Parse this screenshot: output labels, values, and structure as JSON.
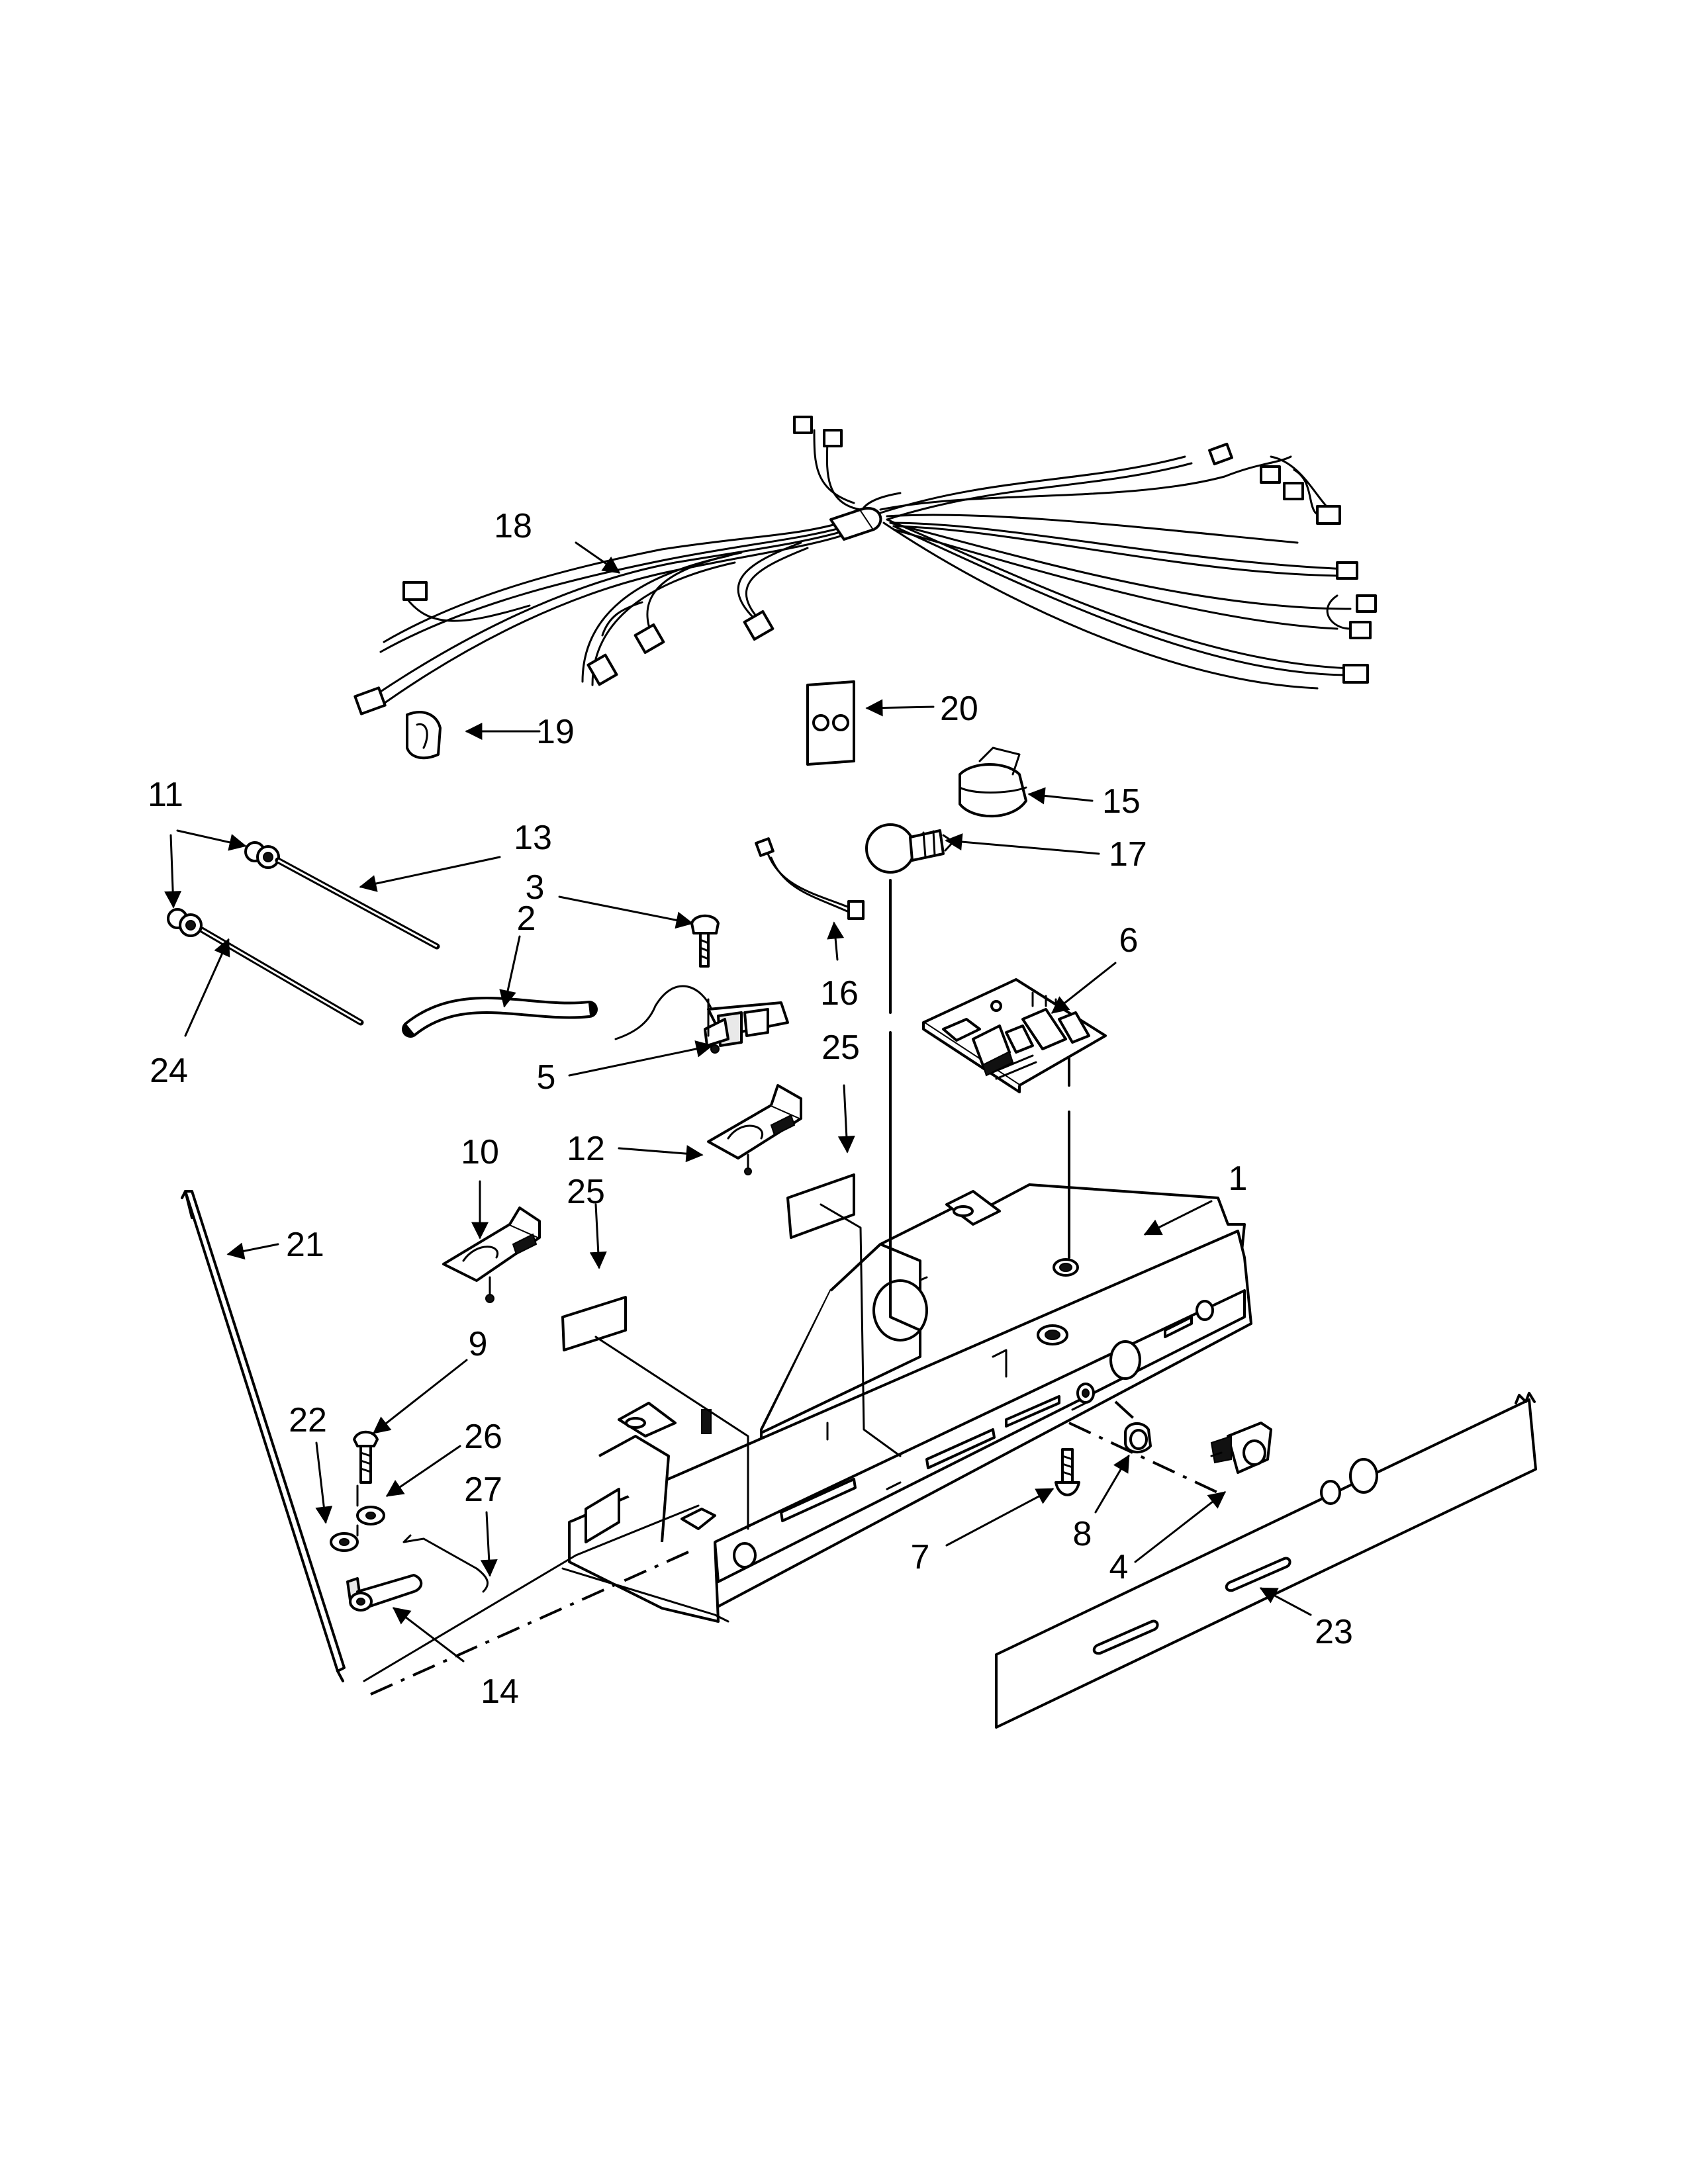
{
  "callouts": [
    {
      "id": "c1",
      "text": "1"
    },
    {
      "id": "c2",
      "text": "2"
    },
    {
      "id": "c3",
      "text": "3"
    },
    {
      "id": "c4",
      "text": "4"
    },
    {
      "id": "c5",
      "text": "5"
    },
    {
      "id": "c6",
      "text": "6"
    },
    {
      "id": "c7",
      "text": "7"
    },
    {
      "id": "c8",
      "text": "8"
    },
    {
      "id": "c9",
      "text": "9"
    },
    {
      "id": "c10",
      "text": "10"
    },
    {
      "id": "c11",
      "text": "11"
    },
    {
      "id": "c12",
      "text": "12"
    },
    {
      "id": "c13",
      "text": "13"
    },
    {
      "id": "c14",
      "text": "14"
    },
    {
      "id": "c15",
      "text": "15"
    },
    {
      "id": "c16",
      "text": "16"
    },
    {
      "id": "c17",
      "text": "17"
    },
    {
      "id": "c18",
      "text": "18"
    },
    {
      "id": "c19",
      "text": "19"
    },
    {
      "id": "c20",
      "text": "20"
    },
    {
      "id": "c21",
      "text": "21"
    },
    {
      "id": "c22",
      "text": "22"
    },
    {
      "id": "c23",
      "text": "23"
    },
    {
      "id": "c24",
      "text": "24"
    },
    {
      "id": "c25a",
      "text": "25"
    },
    {
      "id": "c25b",
      "text": "25"
    },
    {
      "id": "c26",
      "text": "26"
    },
    {
      "id": "c27",
      "text": "27"
    }
  ]
}
